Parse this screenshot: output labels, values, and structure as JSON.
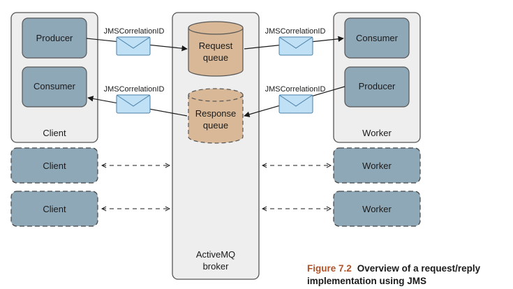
{
  "diagram": {
    "client": {
      "producer": "Producer",
      "consumer": "Consumer",
      "label": "Client"
    },
    "worker": {
      "consumer": "Consumer",
      "producer": "Producer",
      "label": "Worker"
    },
    "broker": {
      "line1": "ActiveMQ",
      "line2": "broker"
    },
    "request_queue": {
      "line1": "Request",
      "line2": "queue"
    },
    "response_queue": {
      "line1": "Response",
      "line2": "queue"
    },
    "message_labels": [
      "JMSCorrelationID",
      "JMSCorrelationID",
      "JMSCorrelationID",
      "JMSCorrelationID"
    ],
    "extra_clients": [
      "Client",
      "Client"
    ],
    "extra_workers": [
      "Worker",
      "Worker"
    ]
  },
  "caption": {
    "figure": "Figure 7.2",
    "text": "Overview of a request/reply implementation using JMS"
  },
  "colors": {
    "box_fill": "#8fa8b8",
    "panel_fill": "#eeeeee",
    "queue_fill": "#d8b896",
    "envelope_fill": "#bfe0f5",
    "caption_accent": "#b0532a"
  }
}
